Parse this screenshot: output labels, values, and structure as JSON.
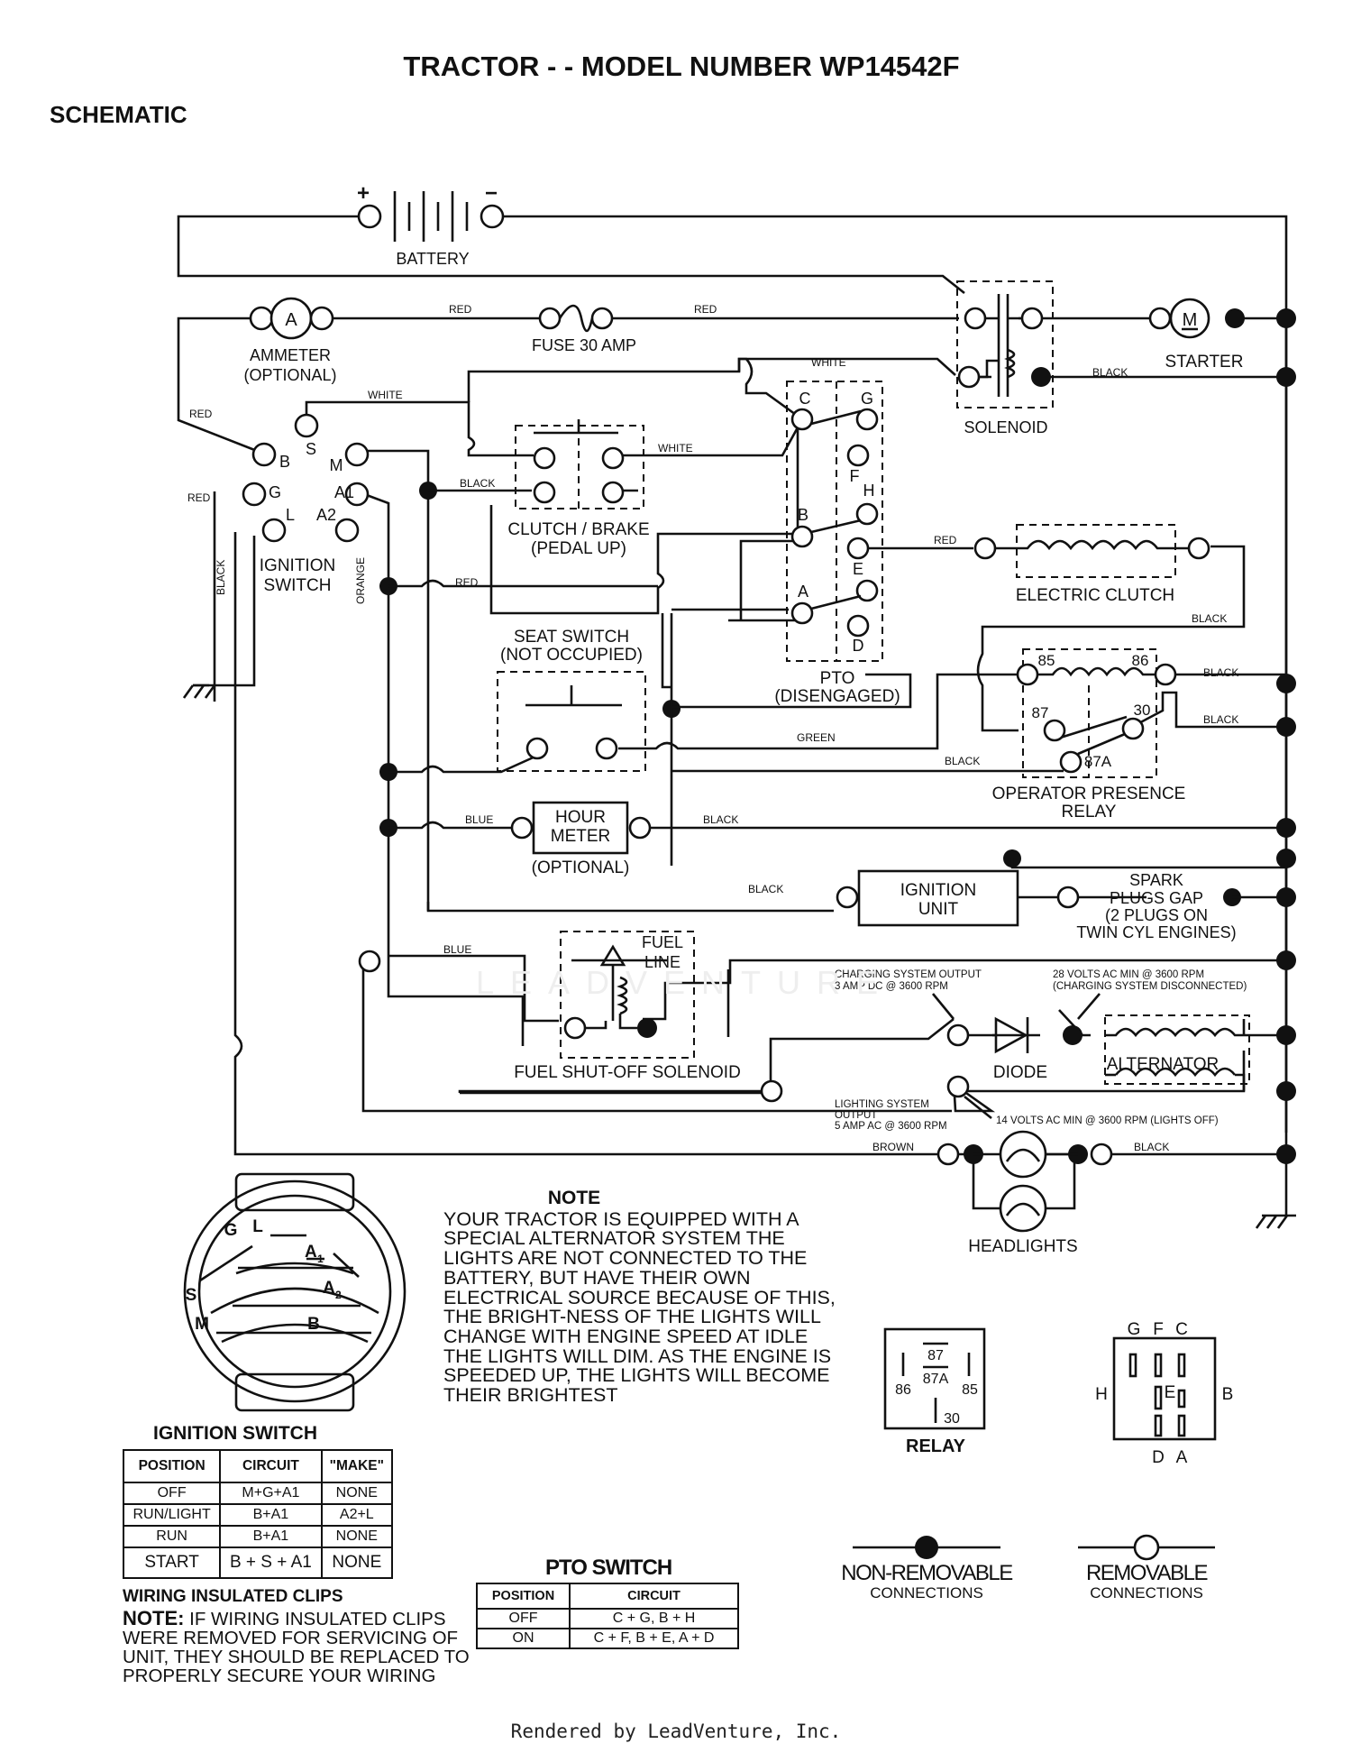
{
  "header": {
    "title": "TRACTOR - - MODEL NUMBER WP14542F",
    "subtitle": "SCHEMATIC"
  },
  "components": {
    "battery": "BATTERY",
    "battery_plus": "+",
    "battery_minus": "−",
    "ammeter": "AMMETER",
    "ammeter_optional": "(OPTIONAL)",
    "ammeter_symbol": "A",
    "fuse": "FUSE 30 AMP",
    "starter": "STARTER",
    "starter_symbol": "M",
    "solenoid": "SOLENOID",
    "clutch_brake_1": "CLUTCH / BRAKE",
    "clutch_brake_2": "(PEDAL UP)",
    "ignition_switch_1": "IGNITION",
    "ignition_switch_2": "SWITCH",
    "electric_clutch": "ELECTRIC CLUTCH",
    "seat_switch_1": "SEAT SWITCH",
    "seat_switch_2": "(NOT OCCUPIED)",
    "pto_1": "PTO",
    "pto_2": "(DISENGAGED)",
    "relay_1": "OPERATOR PRESENCE",
    "relay_2": "RELAY",
    "hour_meter_1": "HOUR",
    "hour_meter_2": "METER",
    "hour_meter_optional": "(OPTIONAL)",
    "ignition_unit_1": "IGNITION",
    "ignition_unit_2": "UNIT",
    "spark_1": "SPARK",
    "spark_2": "PLUGS GAP",
    "spark_3": "(2 PLUGS ON",
    "spark_4": "TWIN CYL  ENGINES)",
    "fuel_1": "FUEL",
    "fuel_2": "LINE",
    "fuel_solenoid": "FUEL SHUT-OFF SOLENOID",
    "charging_1": "CHARGING SYSTEM OUTPUT",
    "charging_2": "3 AMP DC @ 3600 RPM",
    "ac_1": "28 VOLTS AC MIN  @ 3600 RPM",
    "ac_2": "(CHARGING SYSTEM DISCONNECTED)",
    "diode": "DIODE",
    "alternator": "ALTERNATOR",
    "lighting_1": "LIGHTING SYSTEM",
    "lighting_2": "OUTPUT",
    "lighting_3": "5 AMP AC @ 3600 RPM",
    "lights_off": "14 VOLTS AC MIN  @ 3600 RPM (LIGHTS OFF)",
    "headlights": "HEADLIGHTS"
  },
  "terminals": {
    "ign": {
      "b": "B",
      "s": "S",
      "m": "M",
      "g": "G",
      "l": "L",
      "a1": "A1",
      "a2": "A2"
    },
    "pto": {
      "c": "C",
      "g": "G",
      "f": "F",
      "h": "H",
      "b": "B",
      "e": "E",
      "a": "A",
      "d": "D"
    },
    "relay": {
      "t85": "85",
      "t86": "86",
      "t87": "87",
      "t30": "30",
      "t87a": "87A"
    }
  },
  "wires": {
    "red": "RED",
    "white": "WHITE",
    "black": "BLACK",
    "orange": "ORANGE",
    "blue": "BLUE",
    "green": "GREEN",
    "brown": "BROWN"
  },
  "ign_face": {
    "g": "G",
    "l": "L",
    "a1": "A",
    "a1_sub": "1",
    "a2": "A",
    "a2_sub": "2",
    "s": "S",
    "m": "M",
    "b": "B"
  },
  "ignition_table": {
    "title": "IGNITION SWITCH",
    "headers": [
      "POSITION",
      "CIRCUIT",
      "\"MAKE\""
    ],
    "rows": [
      [
        "OFF",
        "M+G+A1",
        "NONE"
      ],
      [
        "RUN/LIGHT",
        "B+A1",
        "A2+L"
      ],
      [
        "RUN",
        "B+A1",
        "NONE"
      ],
      [
        "START",
        "B + S + A1",
        "NONE"
      ]
    ]
  },
  "pto_table": {
    "title": "PTO SWITCH",
    "headers": [
      "POSITION",
      "CIRCUIT"
    ],
    "rows": [
      [
        "OFF",
        "C + G, B + H"
      ],
      [
        "ON",
        "C + F, B + E, A + D"
      ]
    ]
  },
  "note": {
    "title": "NOTE",
    "text": "YOUR TRACTOR IS EQUIPPED WITH A SPECIAL ALTERNATOR SYSTEM   THE LIGHTS ARE NOT CONNECTED TO  THE BATTERY, BUT HAVE THEIR OWN ELECTRICAL SOURCE BECAUSE OF THIS, THE BRIGHT-NESS OF THE LIGHTS WILL CHANGE WITH ENGINE SPEED AT IDLE THE LIGHTS WILL DIM. AS THE ENGINE IS SPEEDED UP, THE LIGHTS WILL BECOME THEIR BRIGHTEST"
  },
  "relay_diagram": {
    "title": "RELAY",
    "t87": "87",
    "t87a": "87A",
    "t86": "86",
    "t85": "85",
    "t30": "30"
  },
  "pto_diagram": {
    "g": "G",
    "f": "F",
    "c": "C",
    "h": "H",
    "e": "E",
    "b": "B",
    "d": "D",
    "a": "A"
  },
  "legend": {
    "non_removable_1": "NON-REMOVABLE",
    "non_removable_2": "CONNECTIONS",
    "removable_1": "REMOVABLE",
    "removable_2": "CONNECTIONS"
  },
  "clips": {
    "title": "WIRING INSULATED CLIPS",
    "note_label": "NOTE:",
    "note_text": " IF WIRING INSULATED CLIPS WERE REMOVED FOR SERVICING OF UNIT, THEY SHOULD BE REPLACED TO PROPERLY SECURE YOUR WIRING"
  },
  "footer": "Rendered by LeadVenture, Inc."
}
